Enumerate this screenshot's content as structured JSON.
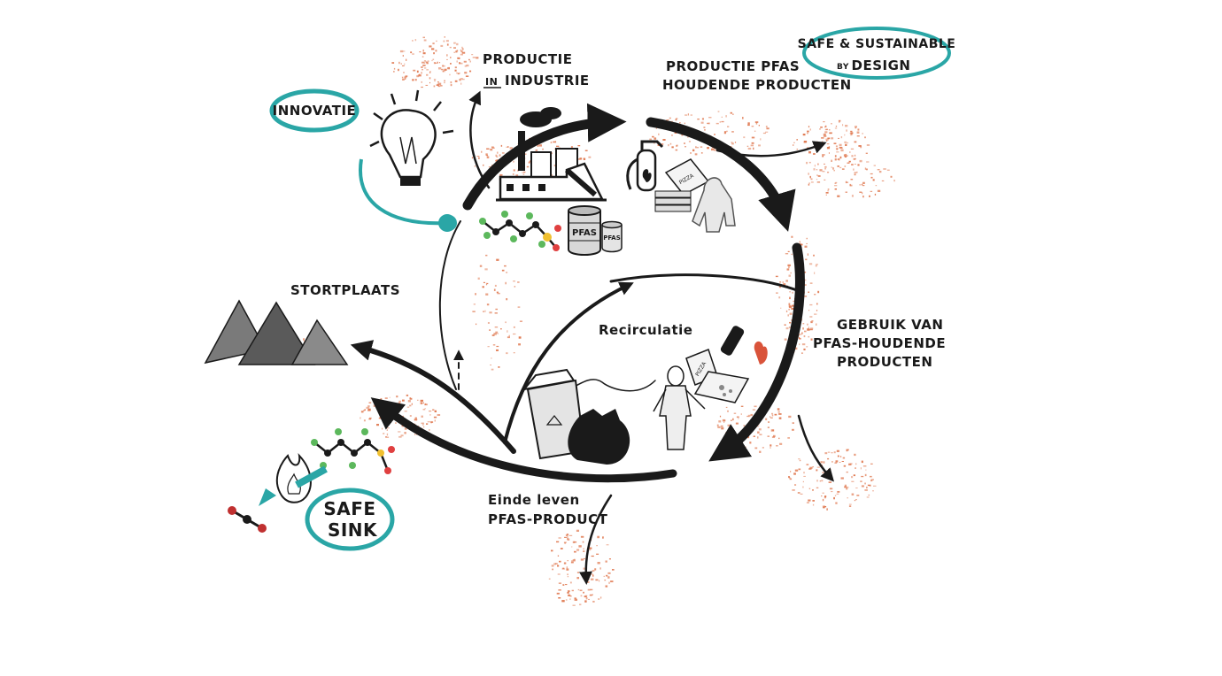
{
  "labels": {
    "productie_title": "Productie",
    "productie_in": "in",
    "productie_industrie": "industrie",
    "productie_pfas_1": "Productie PFAS",
    "productie_pfas_2": "houdende producten",
    "ssd_1": "Safe & sustainable",
    "ssd_by": "by",
    "ssd_2": "Design",
    "innovatie": "innovatie",
    "stortplaats": "stortplaats",
    "recirculatie": "Recirculatie",
    "gebruik_1": "Gebruik van",
    "gebruik_2": "PFAS-houdende",
    "gebruik_3": "producten",
    "einde_1": "Einde leven",
    "einde_2": "PFAS-product",
    "safe_1": "Safe",
    "safe_2": "Sink"
  },
  "drum_labels": {
    "main": "PFAS",
    "small": "PFAS"
  },
  "pizza_label": "PIZZA",
  "colors": {
    "accent_teal": "#2aa6a6",
    "emission_orange": "#e07a52",
    "ink": "#1a1a1a"
  },
  "icons": [
    "light-bulb-icon",
    "factory-icon",
    "pfas-drum-icon",
    "molecule-icon",
    "fire-extinguisher-icon",
    "pizza-box-icon",
    "raincoat-icon",
    "mountain-icon",
    "flame-icon",
    "co2-molecule-icon",
    "waste-bin-icon",
    "garbage-bag-icon",
    "person-icon",
    "spray-can-icon"
  ]
}
